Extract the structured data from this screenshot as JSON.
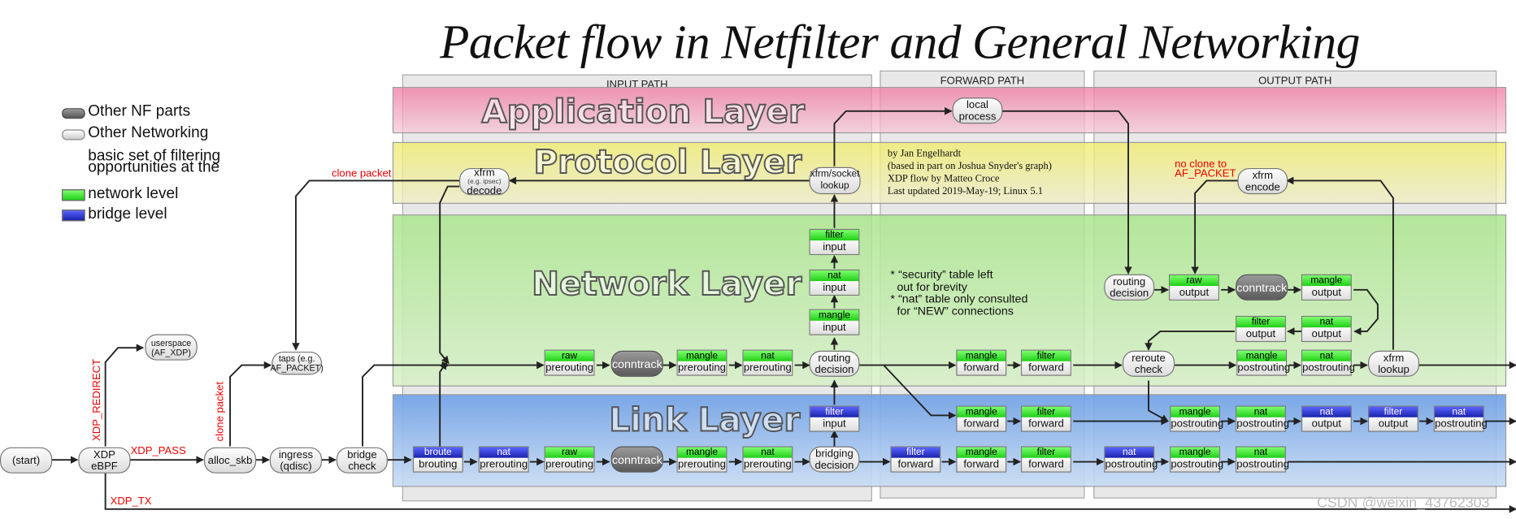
{
  "title": "Packet flow in Netfilter and General Networking",
  "paths": {
    "input": "INPUT PATH",
    "forward": "FORWARD PATH",
    "output": "OUTPUT PATH"
  },
  "layers": {
    "application": "Application Layer",
    "protocol": "Protocol Layer",
    "network": "Network Layer",
    "link": "Link Layer"
  },
  "colors": {
    "application": "#f0a0b8",
    "protocol": "#f0ee90",
    "network": "#b4e8a0",
    "link": "#78a8e8",
    "hook_network": "#22dd22",
    "hook_bridge": "#2a2ad0",
    "annotation": "#ee0000"
  },
  "legend": {
    "other_nf": "Other NF parts",
    "other_networking": "Other Networking",
    "basic_line1": "basic set of filtering",
    "basic_line2": "opportunities at the",
    "network_level": "network level",
    "bridge_level": "bridge level"
  },
  "credits": "by Jan Engelhardt\n(based in part on Joshua Snyder's graph)\nXDP flow by Matteo Croce\nLast updated 2019-May-19; Linux 5.1",
  "notes": "* “security” table left\n  out for brevity\n* “nat” table only consulted\n  for “NEW” connections",
  "annotations": {
    "clone_packet_top": "clone packet",
    "clone_packet_side": "clone packet",
    "xdp_redirect": "XDP_REDIRECT",
    "xdp_pass": "XDP_PASS",
    "xdp_tx": "XDP_TX",
    "no_clone_1": "no clone to",
    "no_clone_2": "AF_PACKET"
  },
  "nodes": {
    "start": "(start)",
    "xdp1": "XDP",
    "xdp2": "eBPF",
    "userspace1": "userspace",
    "userspace2": "(AF_XDP)",
    "alloc": "alloc_skb",
    "ingress1": "ingress",
    "ingress2": "(qdisc)",
    "bridgecheck1": "bridge",
    "bridgecheck2": "check",
    "taps1": "taps (e.g.",
    "taps2": "AF_PACKET)",
    "xfrmdecode1": "xfrm",
    "xfrmdecode_small": "(e.g. ipsec)",
    "xfrmdecode2": "decode",
    "socklookup1": "xfrm/socket",
    "socklookup2": "lookup",
    "local1": "local",
    "local2": "process",
    "conntrack": "conntrack",
    "routing1": "routing",
    "routing2": "decision",
    "bridging1": "bridging",
    "bridging2": "decision",
    "reroute1": "reroute",
    "reroute2": "check",
    "xfrmencode1": "xfrm",
    "xfrmencode2": "encode",
    "xfrmlookup1": "xfrm",
    "xfrmlookup2": "lookup"
  },
  "hooks": {
    "net_in_raw": [
      "raw",
      "prerouting"
    ],
    "net_in_mangle": [
      "mangle",
      "prerouting"
    ],
    "net_in_nat": [
      "nat",
      "prerouting"
    ],
    "net_input_mangle": [
      "mangle",
      "input"
    ],
    "net_input_nat": [
      "nat",
      "input"
    ],
    "net_input_filter": [
      "filter",
      "input"
    ],
    "net_fwd_mangle": [
      "mangle",
      "forward"
    ],
    "net_fwd_filter": [
      "filter",
      "forward"
    ],
    "net_out_raw": [
      "raw",
      "output"
    ],
    "net_out_mangle": [
      "mangle",
      "output"
    ],
    "net_out_nat": [
      "nat",
      "output"
    ],
    "net_out_filter": [
      "filter",
      "output"
    ],
    "net_post_mangle": [
      "mangle",
      "postrouting"
    ],
    "net_post_nat": [
      "nat",
      "postrouting"
    ],
    "br_broute": [
      "broute",
      "brouting"
    ],
    "br_nat_pre": [
      "nat",
      "prerouting"
    ],
    "br_raw_pre": [
      "raw",
      "prerouting"
    ],
    "br_mangle_pre": [
      "mangle",
      "prerouting"
    ],
    "br_natip_pre": [
      "nat",
      "prerouting"
    ],
    "br_filter_input": [
      "filter",
      "input"
    ],
    "br_filter_fwd": [
      "filter",
      "forward"
    ],
    "br_mangle_fwd": [
      "mangle",
      "forward"
    ],
    "br_filterip_fwd": [
      "filter",
      "forward"
    ],
    "br_nat_post": [
      "nat",
      "postrouting"
    ],
    "br_mangle_post": [
      "mangle",
      "postrouting"
    ],
    "br_natip_post": [
      "nat",
      "postrouting"
    ],
    "lk_fwd_mangle": [
      "mangle",
      "forward"
    ],
    "lk_fwd_filter": [
      "filter",
      "forward"
    ],
    "lk_out_mangle_post": [
      "mangle",
      "postrouting"
    ],
    "lk_out_nat_post": [
      "nat",
      "postrouting"
    ],
    "lk_out_nat_out": [
      "nat",
      "output"
    ],
    "lk_out_filter_out": [
      "filter",
      "output"
    ],
    "lk_out_natb_post": [
      "nat",
      "postrouting"
    ]
  },
  "watermark": "CSDN @weixin_43762303"
}
